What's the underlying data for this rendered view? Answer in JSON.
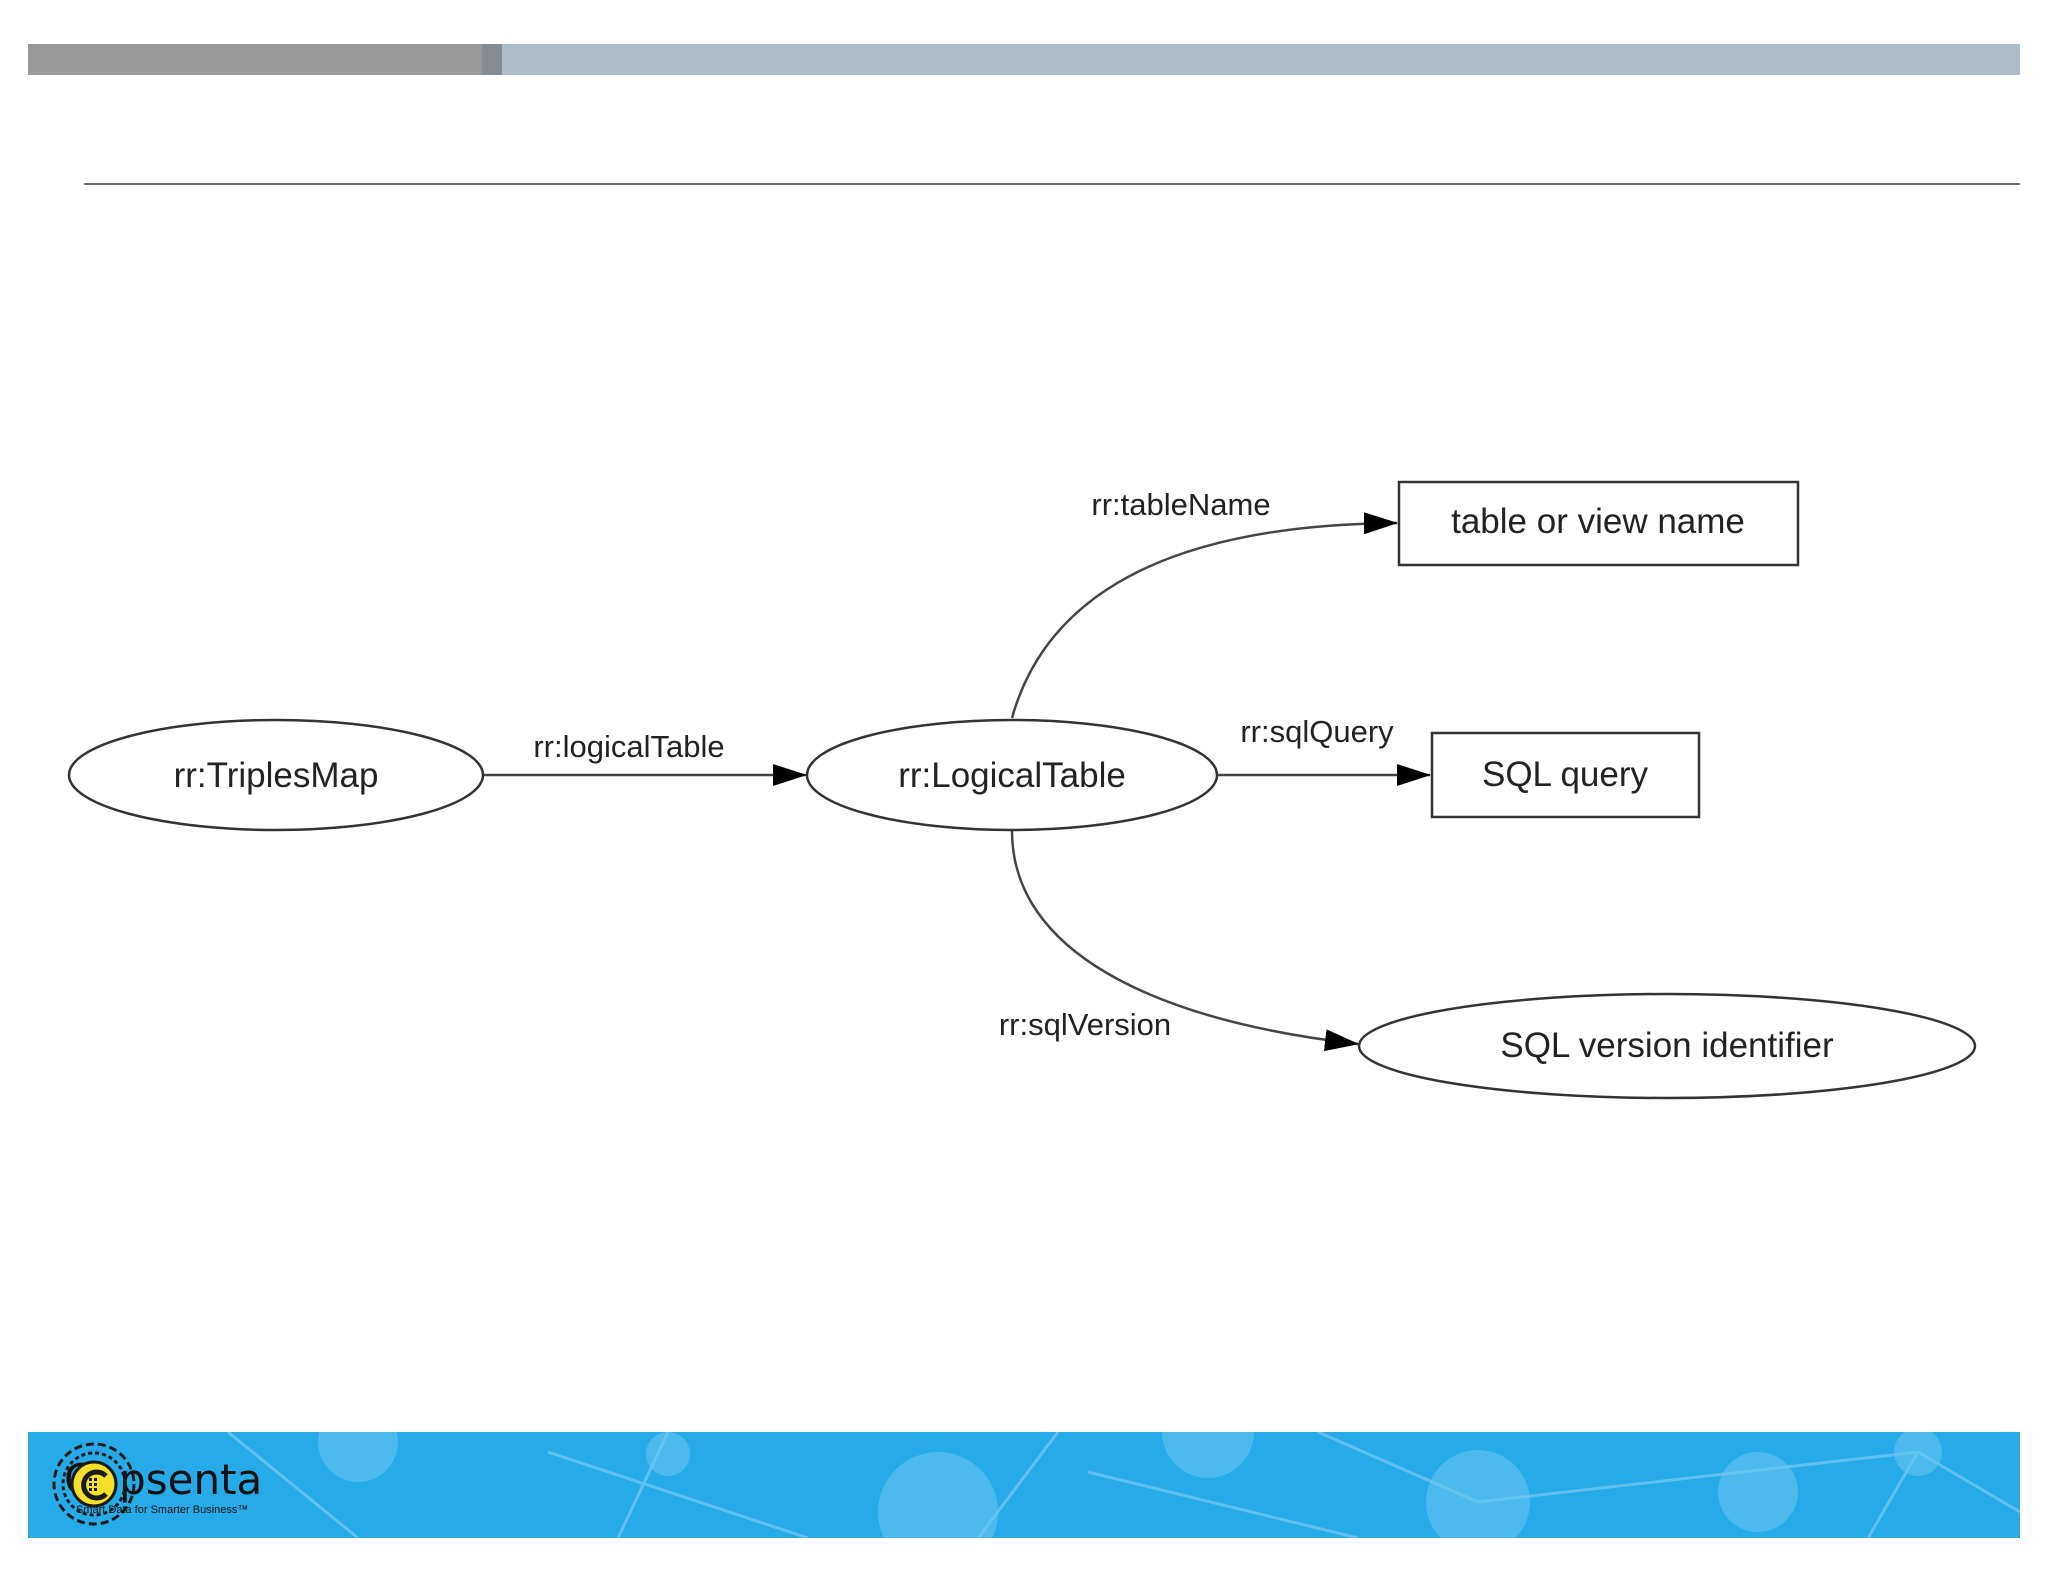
{
  "slide": {
    "title": ""
  },
  "diagram": {
    "nodes": {
      "triples_map": "rr:TriplesMap",
      "logical_table": "rr:LogicalTable",
      "table_or_view_name": "table or view name",
      "sql_query": "SQL query",
      "sql_version": "SQL version identifier"
    },
    "edges": {
      "logical_table": "rr:logicalTable",
      "table_name": "rr:tableName",
      "sql_query": "rr:sqlQuery",
      "sql_version": "rr:sqlVersion"
    }
  },
  "footer": {
    "logo_name": "Capsenta",
    "logo_tagline": "Smart Data for Smarter Business™"
  },
  "colors": {
    "top_bar_dark": "#999999",
    "top_bar_light": "#adbccb",
    "footer_blue": "#27aae8"
  }
}
